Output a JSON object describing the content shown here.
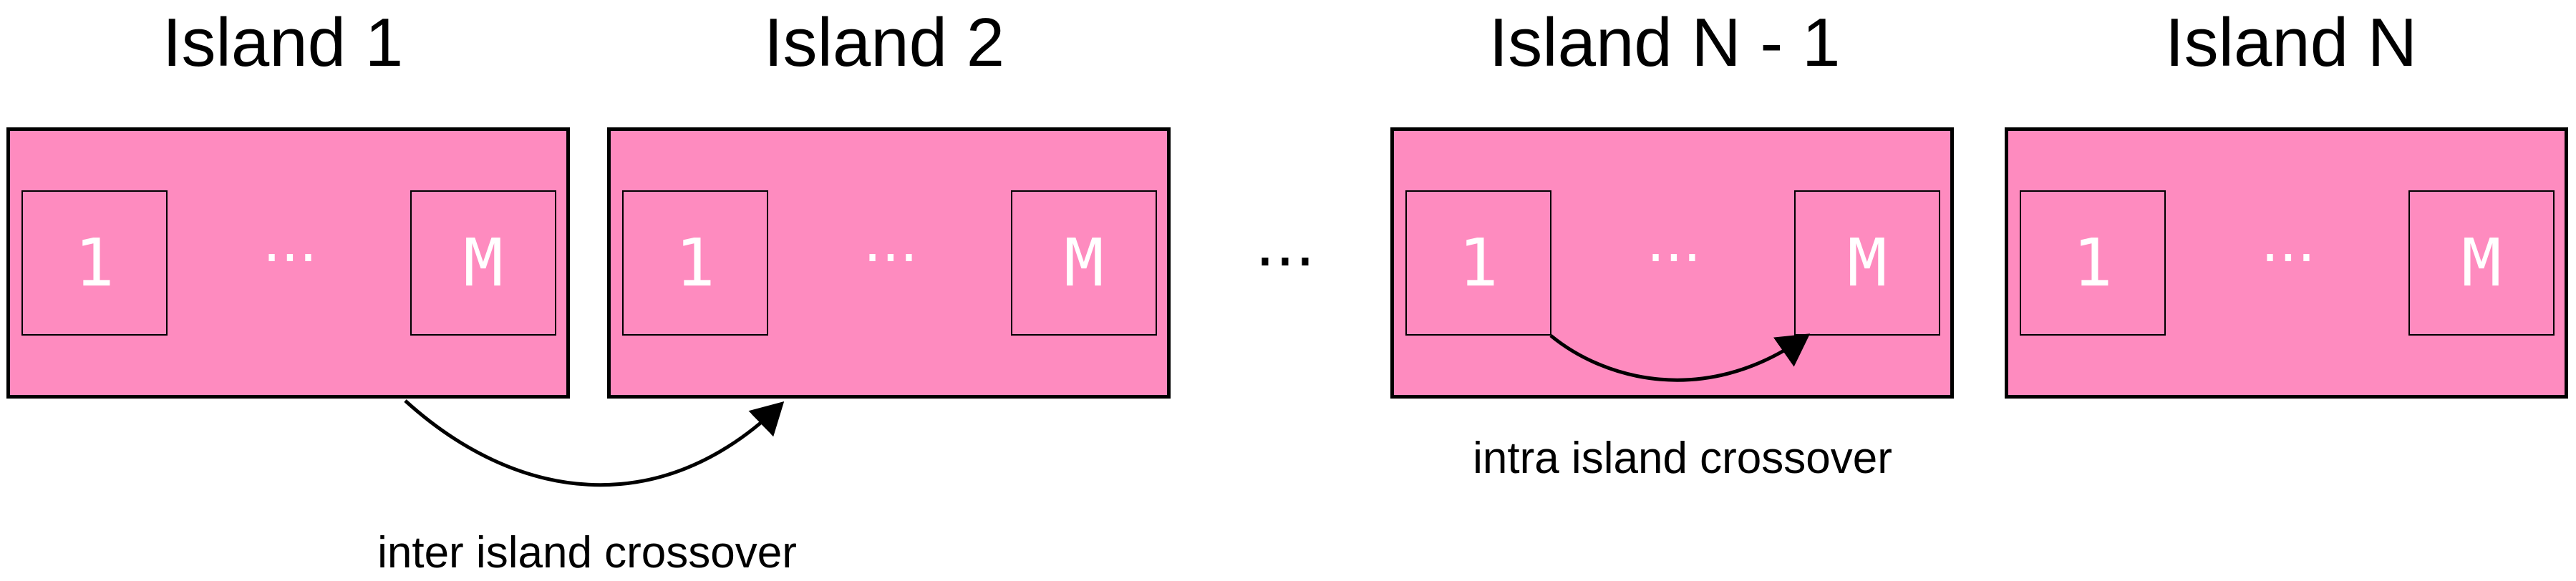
{
  "islands": [
    {
      "title": "Island 1",
      "first": "1",
      "dots": "···",
      "last": "M"
    },
    {
      "title": "Island 2",
      "first": "1",
      "dots": "···",
      "last": "M"
    },
    {
      "title": "Island N - 1",
      "first": "1",
      "dots": "···",
      "last": "M"
    },
    {
      "title": "Island N",
      "first": "1",
      "dots": "···",
      "last": "M"
    }
  ],
  "between_islands": "···",
  "labels": {
    "inter": "inter island crossover",
    "intra": "intra island crossover"
  }
}
